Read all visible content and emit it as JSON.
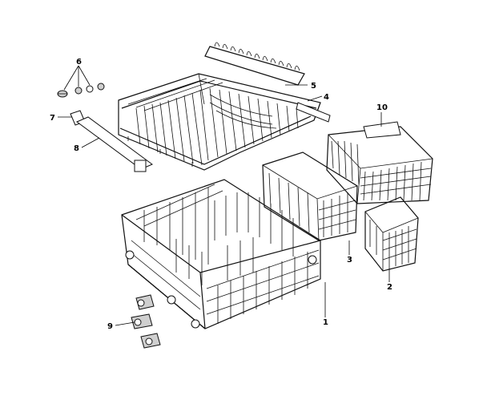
{
  "callouts": [
    {
      "id": "callout-1",
      "label": "1",
      "part": "lower-dishrack"
    },
    {
      "id": "callout-2",
      "label": "2",
      "part": "small-silverware-basket"
    },
    {
      "id": "callout-3",
      "label": "3",
      "part": "silverware-basket-center"
    },
    {
      "id": "callout-4",
      "label": "4",
      "part": "upper-dishrack-track"
    },
    {
      "id": "callout-5",
      "label": "5",
      "part": "cup-shelf"
    },
    {
      "id": "callout-6",
      "label": "6",
      "part": "rack-rollers-and-studs"
    },
    {
      "id": "callout-7",
      "label": "7",
      "part": "track-stop"
    },
    {
      "id": "callout-8",
      "label": "8",
      "part": "upper-rack-track"
    },
    {
      "id": "callout-9",
      "label": "9",
      "part": "lower-rack-wheels"
    },
    {
      "id": "callout-10",
      "label": "10",
      "part": "large-silverware-basket"
    }
  ]
}
